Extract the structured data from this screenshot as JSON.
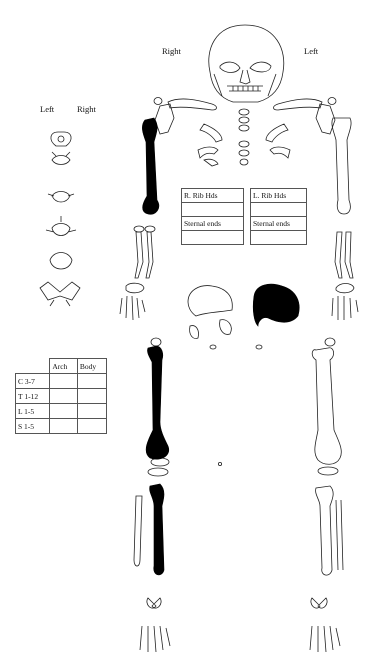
{
  "labels": {
    "right_top": "Right",
    "left_top": "Left",
    "vert_left": "Left",
    "vert_right": "Right"
  },
  "rib_table": {
    "right_header": "R. Rib Hds",
    "left_header": "L. Rib Hds",
    "right_sternal": "Sternal ends",
    "left_sternal": "Sternal ends"
  },
  "vertebra_table": {
    "headers": [
      "",
      "Arch",
      "Body"
    ],
    "rows": [
      "C 3-7",
      "T 1-12",
      "L 1-5",
      "S 1-5"
    ]
  },
  "colors": {
    "ink": "#111111",
    "present_bone_fill": "#000000",
    "absent_bone_fill": "#ffffff"
  }
}
